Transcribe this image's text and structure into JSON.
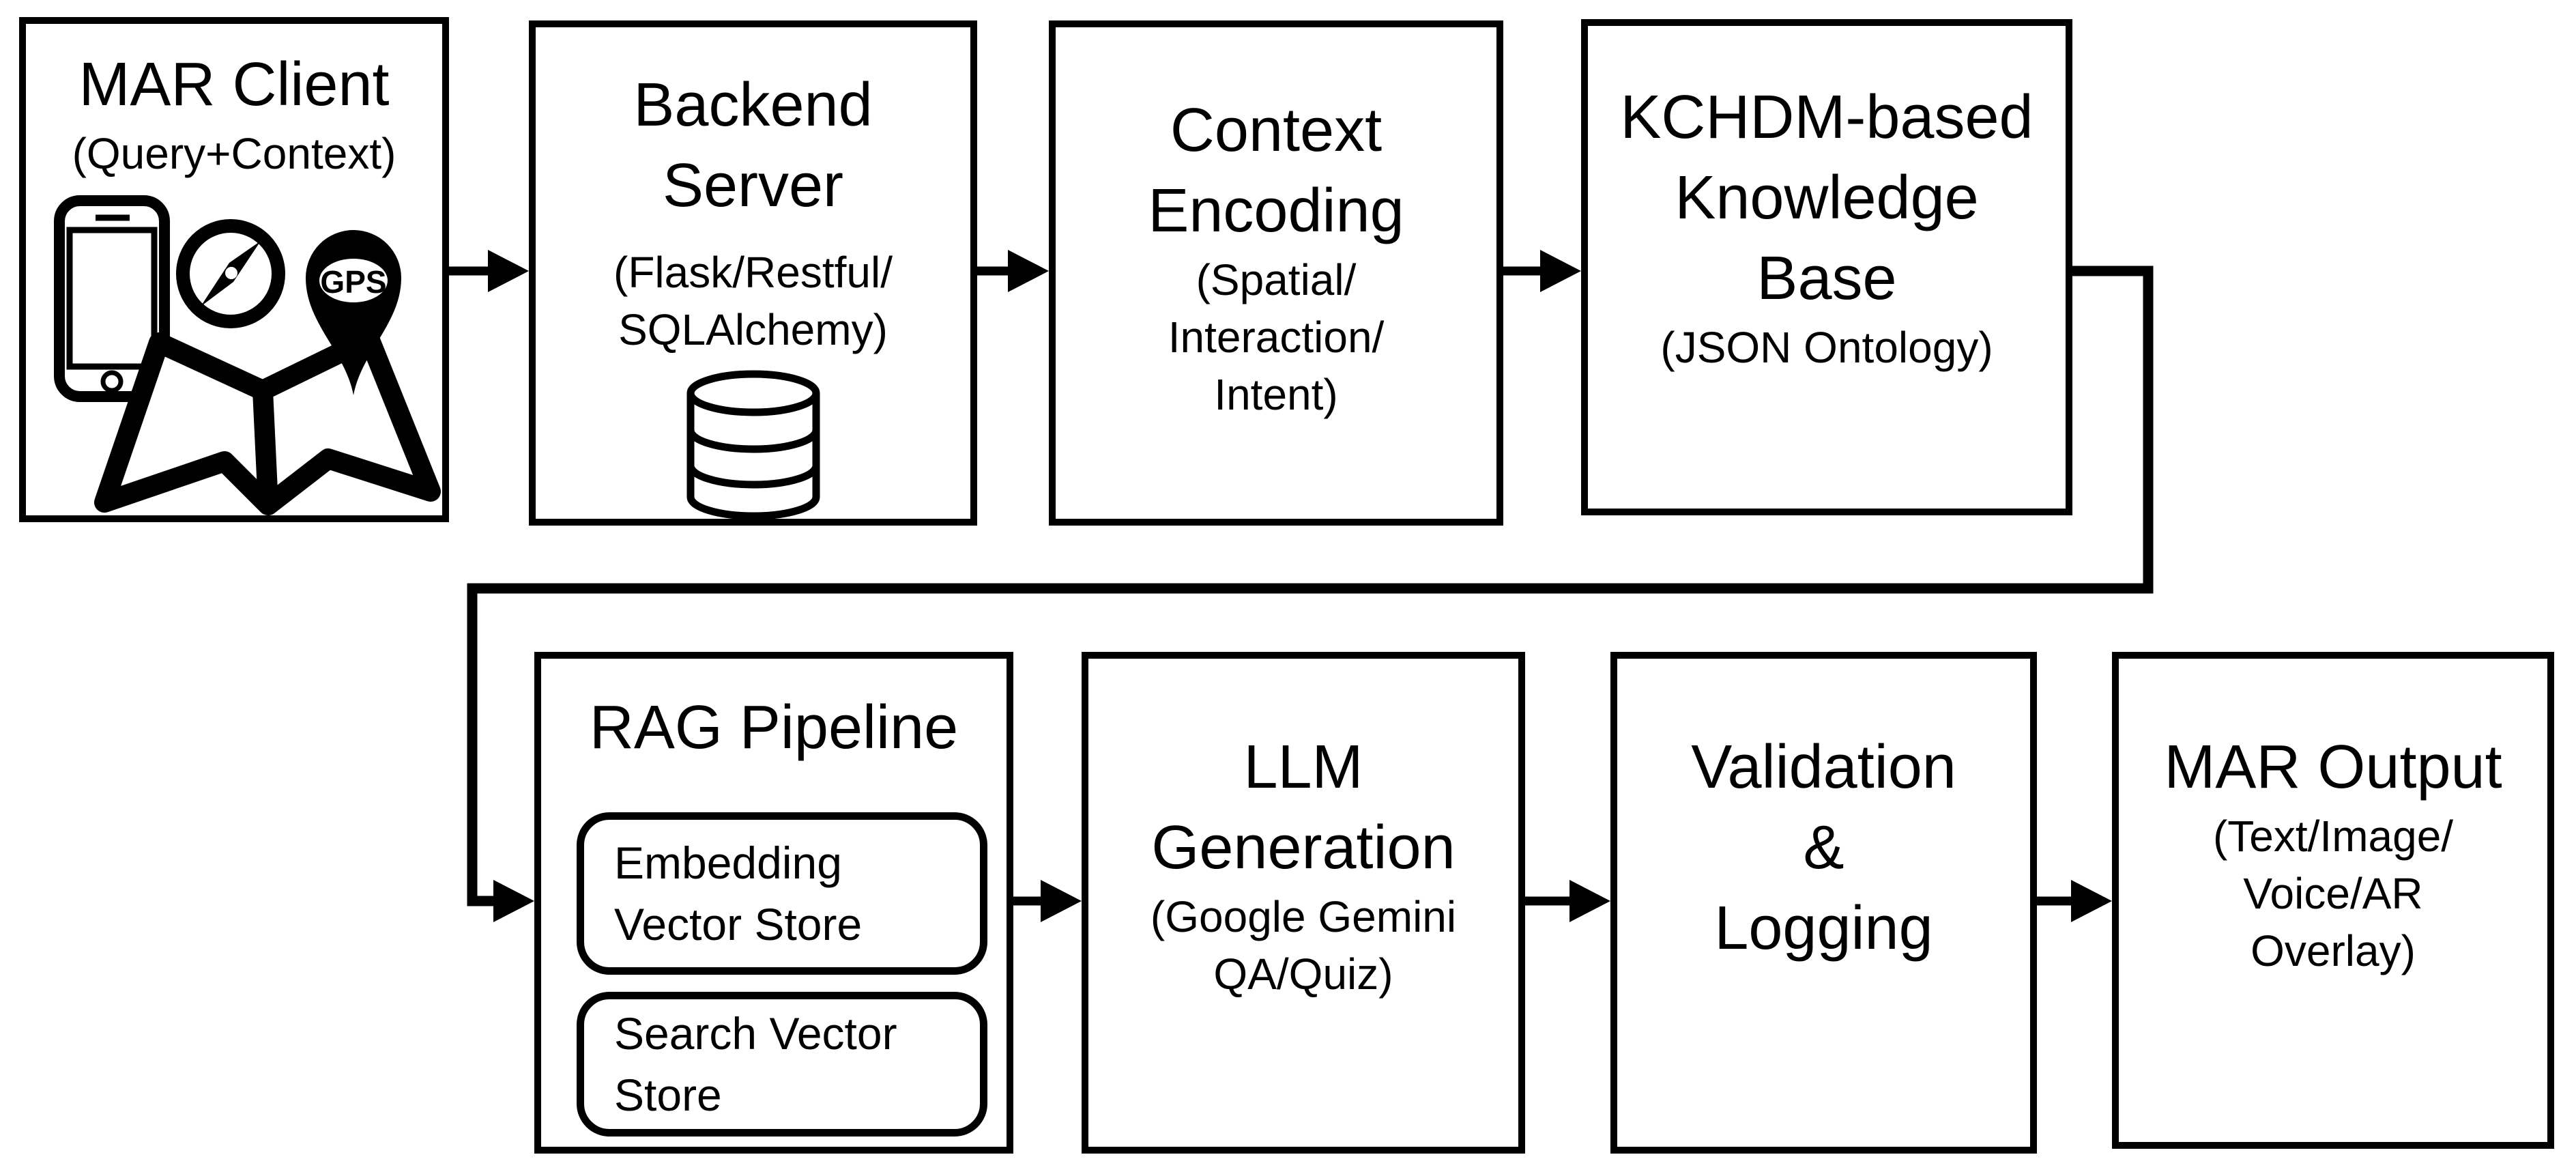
{
  "colors": {
    "ink": "#000000",
    "background": "#ffffff"
  },
  "boxes": {
    "mar_client": {
      "title": "MAR Client",
      "subtitle": "(Query+Context)"
    },
    "backend_server": {
      "title_line1": "Backend",
      "title_line2": "Server",
      "subtitle_line1": "(Flask/Restful/",
      "subtitle_line2": "SQLAlchemy)"
    },
    "context_encoding": {
      "title_line1": "Context",
      "title_line2": "Encoding",
      "subtitle_line1": "(Spatial/",
      "subtitle_line2": "Interaction/",
      "subtitle_line3": "Intent)"
    },
    "knowledge_base": {
      "title_line1": "KCHDM-based",
      "title_line2": "Knowledge",
      "title_line3": "Base",
      "subtitle": "(JSON Ontology)"
    },
    "rag_pipeline": {
      "title": "RAG Pipeline",
      "embedding_store": {
        "line1": "Embedding",
        "line2": "Vector Store"
      },
      "search_store": {
        "line1": "Search Vector",
        "line2": "Store"
      }
    },
    "llm_generation": {
      "title_line1": "LLM",
      "title_line2": "Generation",
      "subtitle_line1": "(Google Gemini",
      "subtitle_line2": "QA/Quiz)"
    },
    "validation_logging": {
      "title_line1": "Validation",
      "title_line2": "&",
      "title_line3": "Logging"
    },
    "mar_output": {
      "title": "MAR Output",
      "subtitle_line1": "(Text/Image/",
      "subtitle_line2": "Voice/AR",
      "subtitle_line3": "Overlay)"
    }
  },
  "icons": {
    "gps_pin_label": "GPS"
  }
}
